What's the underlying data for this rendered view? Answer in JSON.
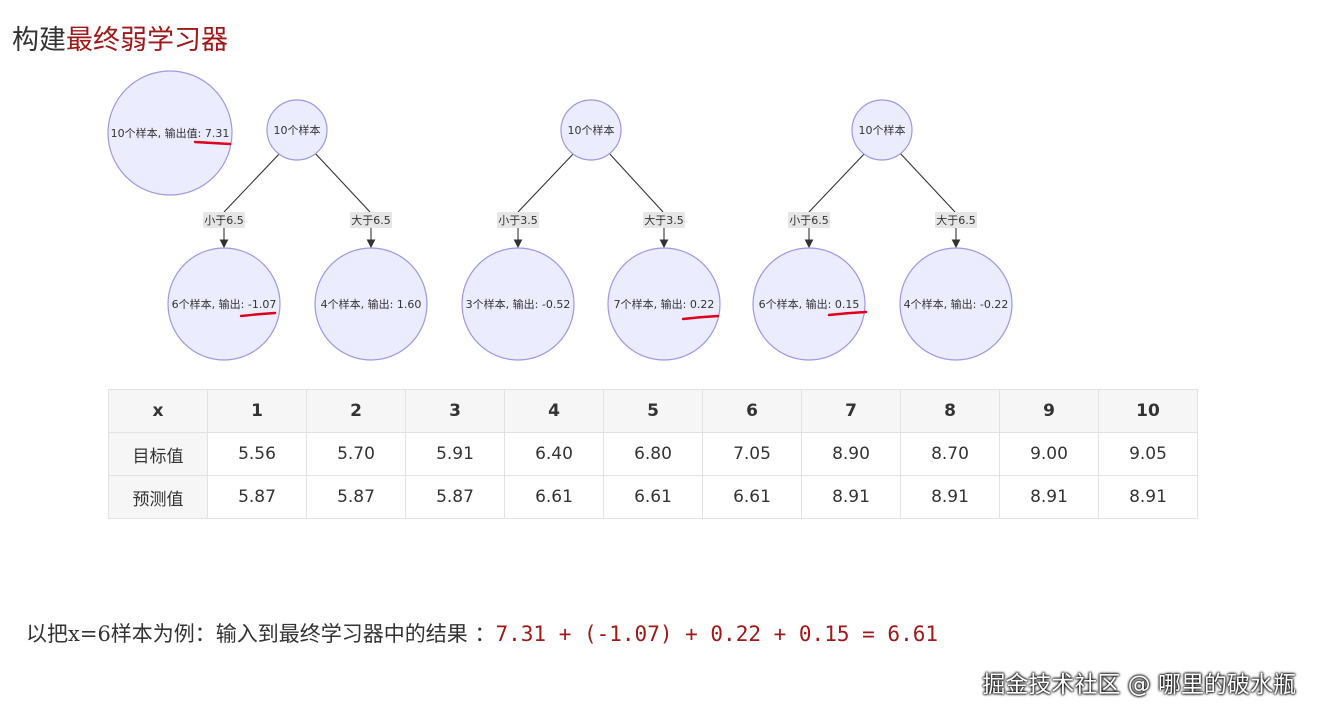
{
  "title": {
    "prefix": "构建",
    "accent": "最终弱学习器"
  },
  "accent_color": "#a01818",
  "highlight_color": "#e0001b",
  "output_node": {
    "label": "10个样本, 输出值: 7.31"
  },
  "trees": [
    {
      "root": "10个样本",
      "left_edge": "小于6.5",
      "right_edge": "大于6.5",
      "left_leaf": "6个样本, 输出: -1.07",
      "right_leaf": "4个样本, 输出: 1.60"
    },
    {
      "root": "10个样本",
      "left_edge": "小于3.5",
      "right_edge": "大于3.5",
      "left_leaf": "3个样本, 输出: -0.52",
      "right_leaf": "7个样本, 输出: 0.22"
    },
    {
      "root": "10个样本",
      "left_edge": "小于6.5",
      "right_edge": "大于6.5",
      "left_leaf": "6个样本, 输出: 0.15",
      "right_leaf": "4个样本, 输出: -0.22"
    }
  ],
  "table": {
    "header": [
      "x",
      "1",
      "2",
      "3",
      "4",
      "5",
      "6",
      "7",
      "8",
      "9",
      "10"
    ],
    "rows": [
      [
        "目标值",
        "5.56",
        "5.70",
        "5.91",
        "6.40",
        "6.80",
        "7.05",
        "8.90",
        "8.70",
        "9.00",
        "9.05"
      ],
      [
        "预测值",
        "5.87",
        "5.87",
        "5.87",
        "6.61",
        "6.61",
        "6.61",
        "8.91",
        "8.91",
        "8.91",
        "8.91"
      ]
    ]
  },
  "formula": {
    "text": "以把x=6样本为例：输入到最终学习器中的结果 ：",
    "expression": "7.31 + (-1.07) + 0.22 + 0.15 = 6.61"
  },
  "watermark": "掘金技术社区 @ 哪里的破水瓶"
}
